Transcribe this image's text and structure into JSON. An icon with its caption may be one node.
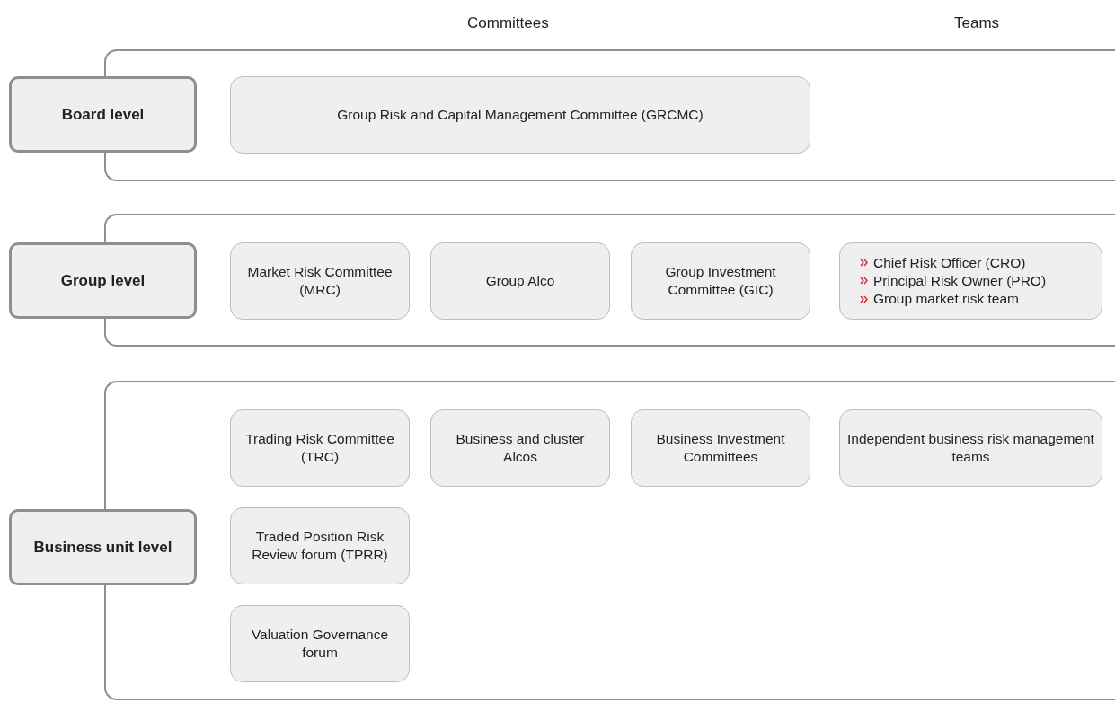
{
  "diagram": {
    "nodes": [
      {
        "text": [],
        "shape": "bracket"
      },
      {
        "text": [
          "Board level"
        ]
      },
      {
        "text": [
          "Group Risk and Capital Management Committee (GRCMC)"
        ],
        "in": 0
      },
      {
        "text": [],
        "shape": "bracket"
      },
      {
        "text": [
          "Group level"
        ]
      },
      {
        "text": [
          "Market Risk Committee (MRC)"
        ],
        "in": 3
      },
      {
        "text": [
          "Group Alco"
        ],
        "in": 3
      },
      {
        "text": [
          "Group Investment Committee (GIC)"
        ],
        "in": 3
      },
      {
        "text": [
          "Chief Risk Officer (CRO)",
          "Principal Risk Owner (PRO)",
          "Group market risk team"
        ],
        "in": 3
      },
      {
        "text": [],
        "shape": "bracket"
      },
      {
        "text": [
          "Business unit level"
        ]
      },
      {
        "text": [
          "Trading Risk Committee (TRC)"
        ],
        "in": 9
      },
      {
        "text": [
          "Business and cluster Alcos"
        ],
        "in": 9
      },
      {
        "text": [
          "Business Investment Committees"
        ],
        "in": 9
      },
      {
        "text": [
          "Independent business risk management teams"
        ],
        "in": 9
      },
      {
        "text": [
          "Traded Position Risk Review forum (TPRR)"
        ],
        "in": 9
      },
      {
        "text": [
          "Valuation Governance forum"
        ],
        "in": 9
      }
    ],
    "labels": [
      "Committees",
      "Teams"
    ]
  }
}
